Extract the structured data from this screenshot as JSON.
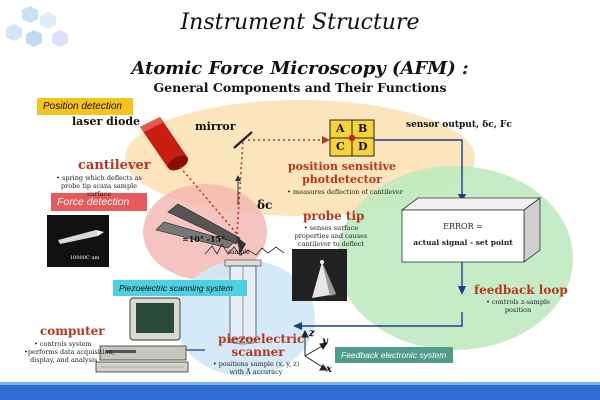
{
  "title": "Instrument Structure",
  "heading": "Atomic Force Microscopy (AFM) :",
  "subheading": "General Components and Their Functions",
  "tags": {
    "position_detection": "Position detection",
    "force_detection": "Force detection",
    "piezo_scanning": "Piezoelectric scanning system",
    "feedback_electronic": "Feedback electronic system"
  },
  "labels": {
    "laser_diode": "laser diode",
    "mirror": "mirror",
    "sensor_output": "sensor output, δc, Fc",
    "delta_c": "δc",
    "angle": "≈10° -15°",
    "sample": "sample",
    "scale_bar": "10000C um",
    "quadrants": [
      "A",
      "B",
      "C",
      "D"
    ],
    "error_box_line1": "ERROR =",
    "error_box_line2": "actual signal - set point",
    "axis_x": "x",
    "axis_y": "y",
    "axis_z": "z"
  },
  "components": {
    "cantilever": {
      "name": "cantilever",
      "desc": "• spring which deflects as probe tip scans sample surface"
    },
    "photodetector": {
      "name": "position sensitive photdetector",
      "desc": "• measures deflection of cantilever"
    },
    "probe_tip": {
      "name": "probe tip",
      "desc": "• senses surface properties and causes cantilever to deflect"
    },
    "feedback_loop": {
      "name": "feedback loop",
      "desc": "• controls z-sample position"
    },
    "computer": {
      "name": "computer",
      "desc_lines": [
        "• controls system",
        "•performs data acquisition,",
        "display, and analysis"
      ]
    },
    "piezo_scanner": {
      "name": "piezoelectric scanner",
      "desc": "• positions sample (x, y, z) with Å accuracy"
    }
  },
  "colors": {
    "tag_position": "#f6c21d",
    "tag_force": "#e85a59",
    "tag_piezo": "#4fd0e2",
    "tag_feedback": "#4f9b8c",
    "ellipse_yellow": "#fbe0b0",
    "ellipse_green": "#bfeac0",
    "ellipse_blue": "#cfe8f8",
    "label_red": "#b8361e"
  }
}
